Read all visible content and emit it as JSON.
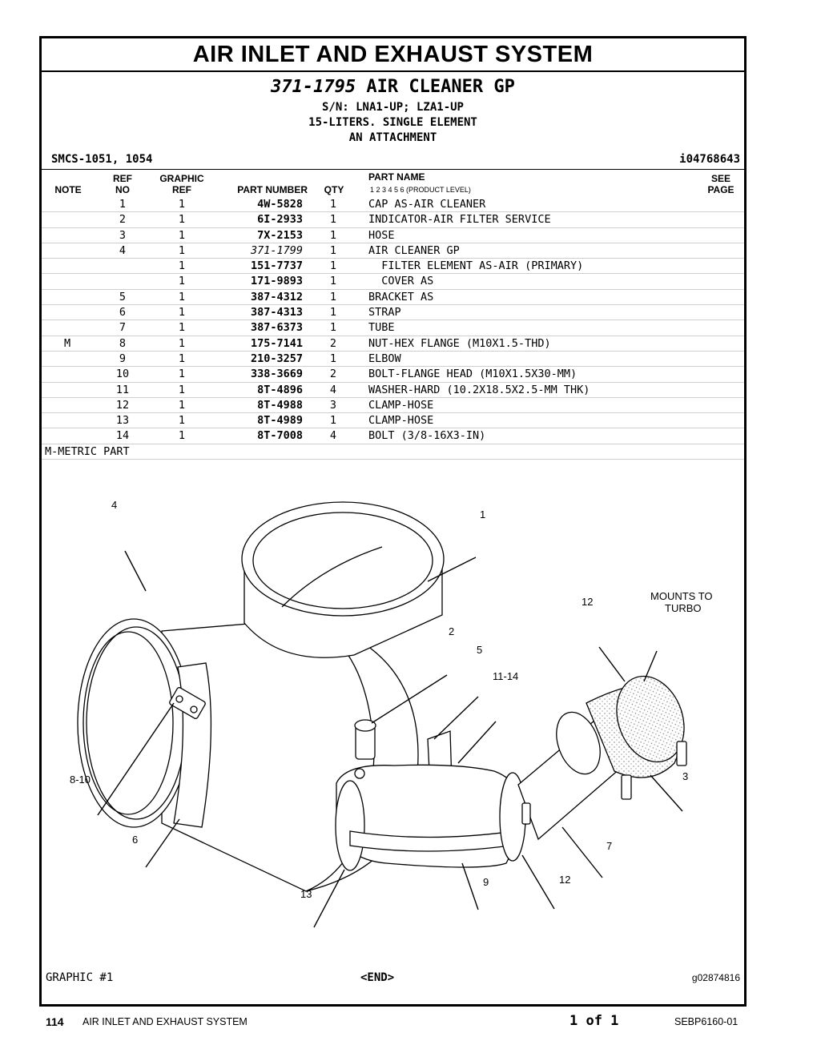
{
  "header": {
    "system_title": "AIR INLET AND EXHAUST SYSTEM",
    "part_number": "371-1795",
    "part_title": "AIR CLEANER GP",
    "serial": "S/N: LNA1-UP; LZA1-UP",
    "spec": "15-LITERS. SINGLE ELEMENT",
    "attachment": "AN ATTACHMENT",
    "smcs": "SMCS-1051, 1054",
    "illustration_id": "i04768643"
  },
  "columns": {
    "note": "NOTE",
    "ref_top": "REF",
    "ref_bottom": "NO",
    "graphic_top": "GRAPHIC",
    "graphic_bottom": "REF",
    "part_number": "PART NUMBER",
    "qty": "QTY",
    "part_name": "PART NAME",
    "levels": "1   2   3   4   5   6   (PRODUCT LEVEL)",
    "see_top": "SEE",
    "see_bottom": "PAGE"
  },
  "parts": [
    {
      "note": "",
      "ref": "1",
      "graphic": "1",
      "pn": "4W-5828",
      "qty": "1",
      "name": "CAP AS-AIR CLEANER"
    },
    {
      "note": "",
      "ref": "2",
      "graphic": "1",
      "pn": "6I-2933",
      "qty": "1",
      "name": "INDICATOR-AIR FILTER SERVICE"
    },
    {
      "note": "",
      "ref": "3",
      "graphic": "1",
      "pn": "7X-2153",
      "qty": "1",
      "name": "HOSE"
    },
    {
      "note": "",
      "ref": "4",
      "graphic": "1",
      "pn": "371-1799",
      "qty": "1",
      "name": "AIR CLEANER GP"
    },
    {
      "note": "",
      "ref": "",
      "graphic": "1",
      "pn": "151-7737",
      "qty": "1",
      "name": "  FILTER ELEMENT AS-AIR (PRIMARY)"
    },
    {
      "note": "",
      "ref": "",
      "graphic": "1",
      "pn": "171-9893",
      "qty": "1",
      "name": "  COVER AS"
    },
    {
      "note": "",
      "ref": "5",
      "graphic": "1",
      "pn": "387-4312",
      "qty": "1",
      "name": "BRACKET AS"
    },
    {
      "note": "",
      "ref": "6",
      "graphic": "1",
      "pn": "387-4313",
      "qty": "1",
      "name": "STRAP"
    },
    {
      "note": "",
      "ref": "7",
      "graphic": "1",
      "pn": "387-6373",
      "qty": "1",
      "name": "TUBE"
    },
    {
      "note": "M",
      "ref": "8",
      "graphic": "1",
      "pn": "175-7141",
      "qty": "2",
      "name": "NUT-HEX FLANGE (M10X1.5-THD)"
    },
    {
      "note": "",
      "ref": "9",
      "graphic": "1",
      "pn": "210-3257",
      "qty": "1",
      "name": "ELBOW"
    },
    {
      "note": "",
      "ref": "10",
      "graphic": "1",
      "pn": "338-3669",
      "qty": "2",
      "name": "BOLT-FLANGE HEAD (M10X1.5X30-MM)"
    },
    {
      "note": "",
      "ref": "11",
      "graphic": "1",
      "pn": "8T-4896",
      "qty": "4",
      "name": "WASHER-HARD (10.2X18.5X2.5-MM THK)"
    },
    {
      "note": "",
      "ref": "12",
      "graphic": "1",
      "pn": "8T-4988",
      "qty": "3",
      "name": "CLAMP-HOSE"
    },
    {
      "note": "",
      "ref": "13",
      "graphic": "1",
      "pn": "8T-4989",
      "qty": "1",
      "name": "CLAMP-HOSE"
    },
    {
      "note": "",
      "ref": "14",
      "graphic": "1",
      "pn": "8T-7008",
      "qty": "4",
      "name": "BOLT (3/8-16X3-IN)"
    }
  ],
  "metric_note": "M-METRIC PART",
  "callouts": {
    "c4": "4",
    "c1": "1",
    "c12a": "12",
    "mounts_1": "MOUNTS TO",
    "mounts_2": "TURBO",
    "c2": "2",
    "c5": "5",
    "c1114": "11-14",
    "c810": "8-10",
    "c3": "3",
    "c6": "6",
    "c7": "7",
    "c13": "13",
    "c9": "9",
    "c12b": "12"
  },
  "graphic_footer": {
    "label": "GRAPHIC #1",
    "end": "<END>",
    "graphic_id": "g02874816"
  },
  "footer": {
    "page": "114",
    "section": "AIR INLET AND EXHAUST SYSTEM",
    "page_of": "1 of 1",
    "doc_number": "SEBP6160-01"
  }
}
